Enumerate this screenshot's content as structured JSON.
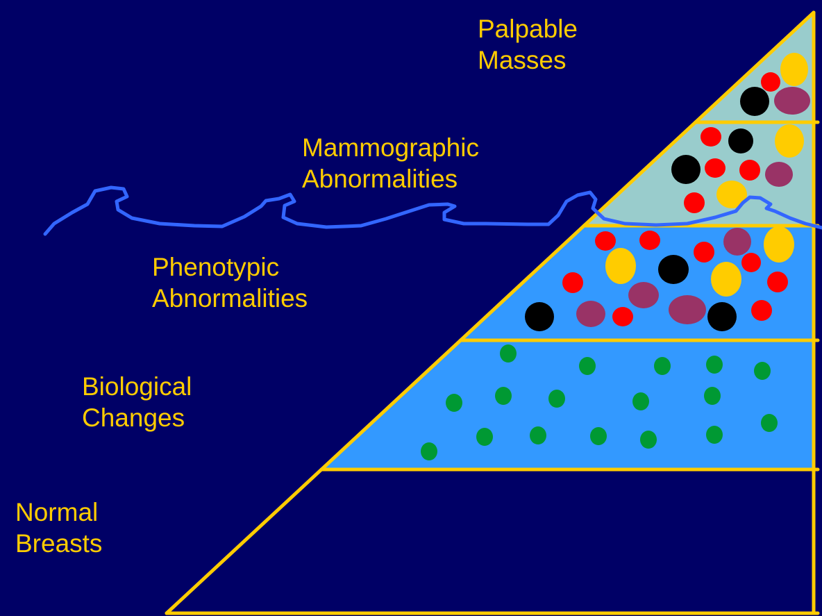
{
  "colors": {
    "background": "#000066",
    "outline": "#ffcc00",
    "top_tier_fill": "#99cccc",
    "lower_tier_fill": "#3399ff",
    "threshold_line": "#3366ff",
    "label_text": "#ffcc00",
    "dot_green": "#009933",
    "dot_red": "#ff0000",
    "dot_black": "#000000",
    "dot_yellow": "#ffcc00",
    "dot_maroon": "#993366"
  },
  "tiers": [
    {
      "id": "palpable",
      "lines": [
        "Palpable",
        "Masses"
      ],
      "fill": "top_tier_fill"
    },
    {
      "id": "mammographic",
      "lines": [
        "Mammographic",
        "Abnormalities"
      ],
      "fill": "top_tier_fill"
    },
    {
      "id": "phenotypic",
      "lines": [
        "Phenotypic",
        "Abnormalities"
      ],
      "fill": "lower_tier_fill"
    },
    {
      "id": "biological",
      "lines": [
        "Biological",
        "Changes"
      ],
      "fill": "lower_tier_fill"
    },
    {
      "id": "normal",
      "lines": [
        "Normal",
        "Breasts"
      ],
      "fill": "background"
    }
  ],
  "legend_icons": [
    "triangle-pyramid-icon",
    "wave-threshold-icon",
    "dot-marker-icon"
  ]
}
